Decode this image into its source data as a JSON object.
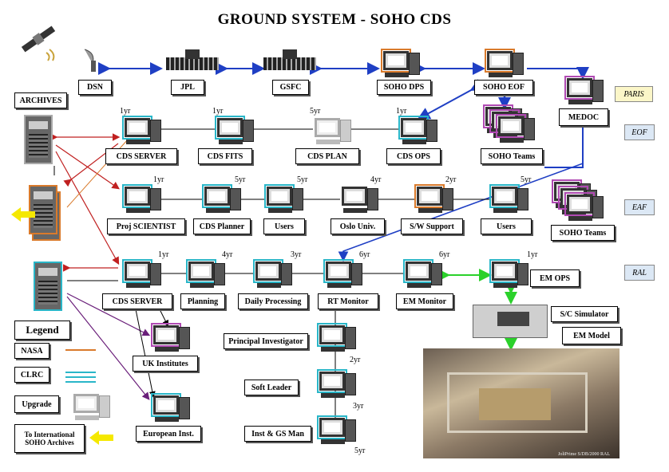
{
  "title": "GROUND SYSTEM - SOHO CDS",
  "colors": {
    "nasa": "#d97a2b",
    "clrc": "#29b6c8",
    "paris": "#b04ab3",
    "link_blue": "#1f3fc4",
    "link_red": "#c02020",
    "link_purple": "#6a1f7a",
    "link_green": "#2bd12b",
    "legend_arrow": "#f5e800"
  },
  "top_row": {
    "dsn": "DSN",
    "jpl": "JPL",
    "gsfc": "GSFC",
    "soho_dps": "SOHO DPS",
    "soho_eof": "SOHO EOF",
    "medoc": "MEDOC"
  },
  "archives": "ARCHIVES",
  "row1": {
    "server": "CDS  SERVER",
    "fits": "CDS  FITS",
    "plan": "CDS  PLAN",
    "ops": "CDS   OPS",
    "teams": "SOHO Teams",
    "y_server": "1yr",
    "y_fits": "1yr",
    "y_plan": "5yr",
    "y_ops": "1yr"
  },
  "row2": {
    "proj": "Proj  SCIENTIST",
    "planner": "CDS Planner",
    "users1": "Users",
    "oslo": "Oslo Univ.",
    "sw": "S/W Support",
    "users2": "Users",
    "y_proj": "1yr",
    "y_planner": "5yr",
    "y_users1": "5yr",
    "y_oslo": "4yr",
    "y_sw": "2yr",
    "y_users2": "5yr"
  },
  "soho_teams_2": "SOHO Teams",
  "row3": {
    "server": "CDS  SERVER",
    "planning": "Planning",
    "daily": "Daily Processing",
    "rt": "RT  Monitor",
    "em_mon": "EM Monitor",
    "em_ops": "EM OPS",
    "y_server": "1yr",
    "y_planning": "4yr",
    "y_daily": "3yr",
    "y_rt": "6yr",
    "y_em_mon": "6yr",
    "y_em_ops": "1yr"
  },
  "sites": {
    "paris": "PARIS",
    "eof": "EOF",
    "eaf": "EAF",
    "ral": "RAL"
  },
  "legend": {
    "title": "Legend",
    "nasa": "NASA",
    "clrc": "CLRC",
    "upgrade": "Upgrade",
    "intl": "To International SOHO Archives"
  },
  "uk": "UK Institutes",
  "european": "European Inst.",
  "pi": "Principal Investigator",
  "soft": "Soft Leader",
  "inst": "Inst & GS Man",
  "vert_years": {
    "a": "2yr",
    "b": "3yr",
    "c": "5yr"
  },
  "sc_sim": "S/C Simulator",
  "em_model": "EM Model",
  "photo_caption": "JoliPrime  S/DB/2000 RAL"
}
